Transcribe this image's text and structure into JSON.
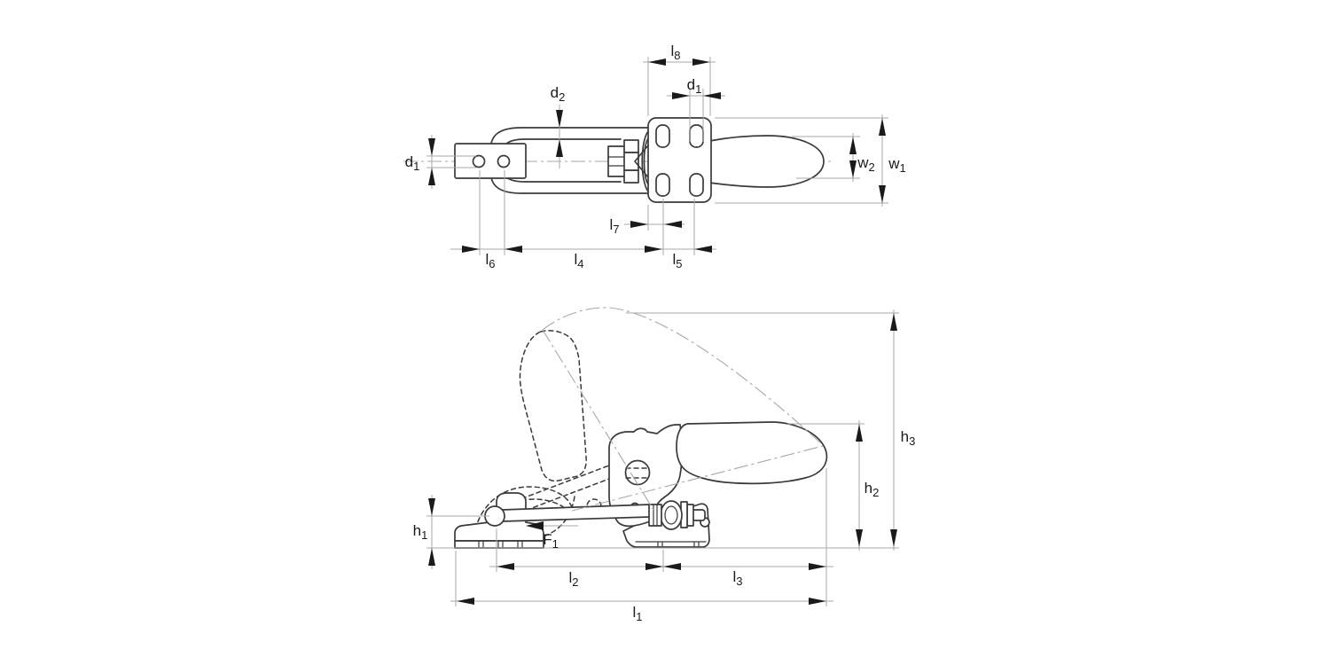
{
  "colors": {
    "bg": "#ffffff",
    "part": "#3a3a3a",
    "dim": "#a8a8a8",
    "arrow": "#1a1a1a",
    "txt": "#1a1a1a"
  },
  "labels": {
    "l8": {
      "base": "l",
      "sub": "8"
    },
    "d1_top": {
      "base": "d",
      "sub": "1"
    },
    "d2": {
      "base": "d",
      "sub": "2"
    },
    "d1_left": {
      "base": "d",
      "sub": "1"
    },
    "w2": {
      "base": "w",
      "sub": "2"
    },
    "w1": {
      "base": "w",
      "sub": "1"
    },
    "l7": {
      "base": "l",
      "sub": "7"
    },
    "l6": {
      "base": "l",
      "sub": "6"
    },
    "l4": {
      "base": "l",
      "sub": "4"
    },
    "l5": {
      "base": "l",
      "sub": "5"
    },
    "h1": {
      "base": "h",
      "sub": "1"
    },
    "h2": {
      "base": "h",
      "sub": "2"
    },
    "h3": {
      "base": "h",
      "sub": "3"
    },
    "F1": {
      "base": "F",
      "sub": "1"
    },
    "l2": {
      "base": "l",
      "sub": "2"
    },
    "l3": {
      "base": "l",
      "sub": "3"
    },
    "l1": {
      "base": "l",
      "sub": "1"
    }
  }
}
